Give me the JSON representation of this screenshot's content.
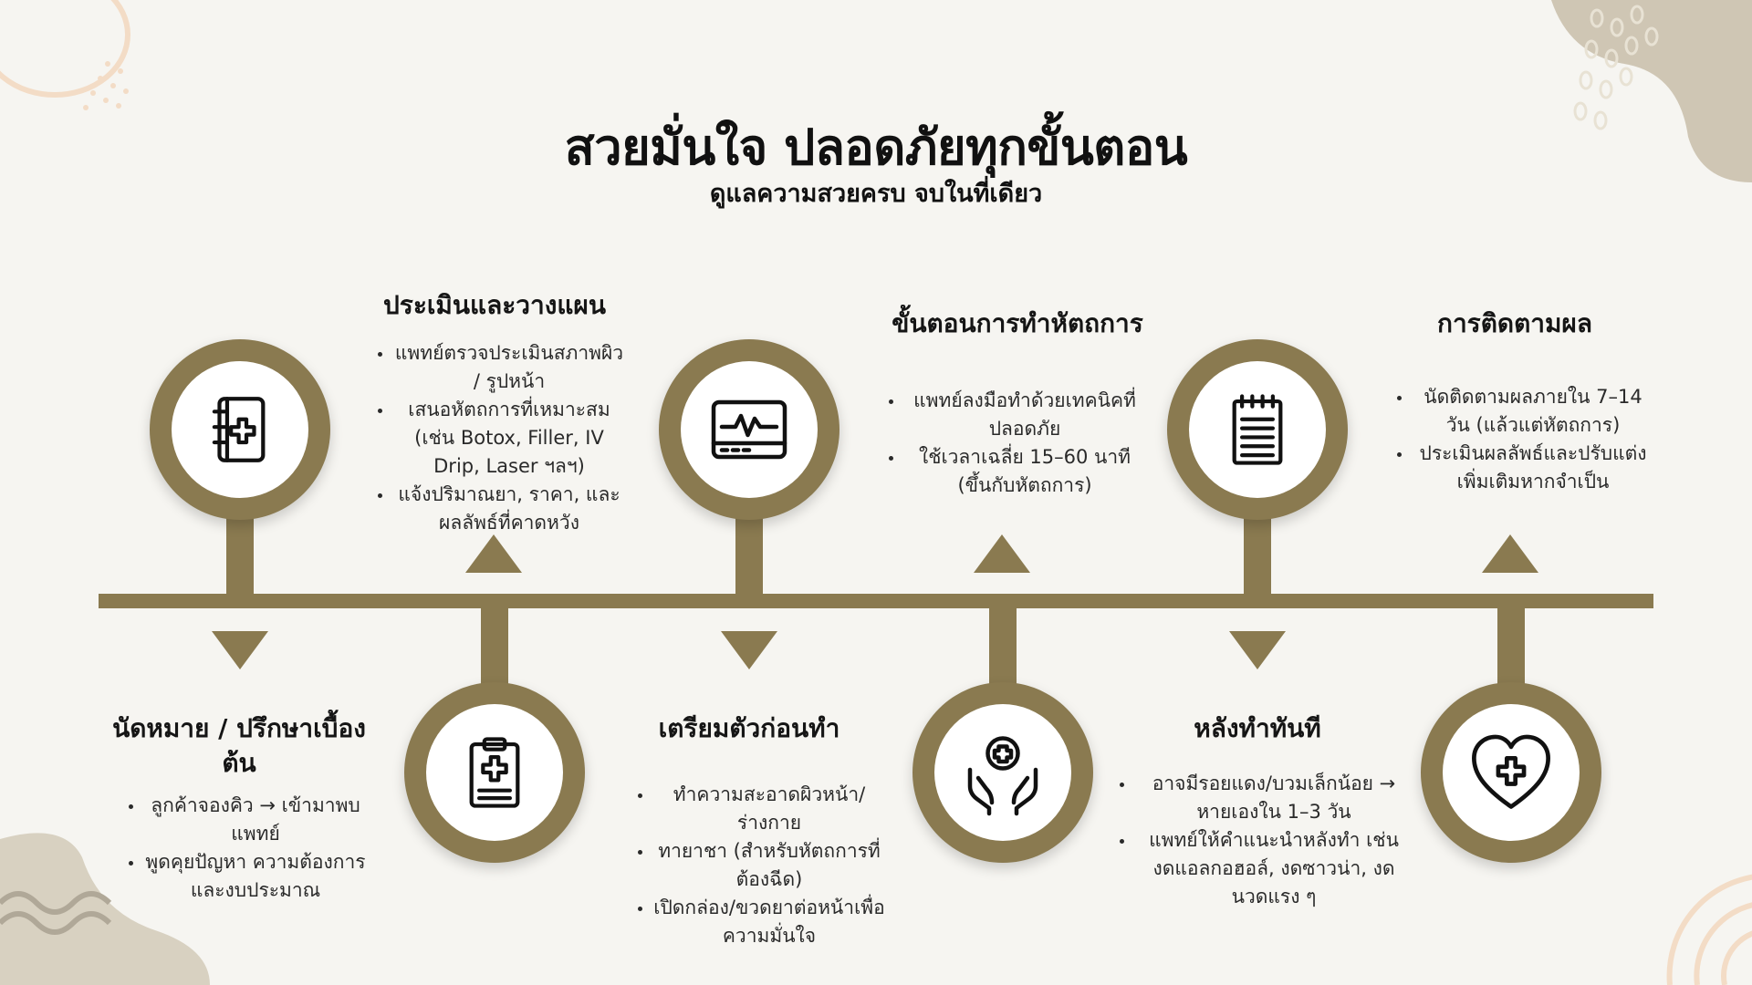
{
  "header": {
    "title": "สวยมั่นใจ ปลอดภัยทุกขั้นตอน",
    "subtitle": "ดูแลความสวยครบ จบในที่เดียว"
  },
  "colors": {
    "accent": "#8a7a50",
    "background": "#f6f5f1",
    "text": "#1b1b1b"
  },
  "steps": [
    {
      "title": "นัดหมาย / ปรึกษาเบื้องต้น",
      "icon": "medical-notebook-icon",
      "bullets": [
        "ลูกค้าจองคิว → เข้ามาพบแพทย์",
        "พูดคุยปัญหา ความต้องการ และงบประมาณ"
      ]
    },
    {
      "title": "ประเมินและวางแผน",
      "icon": "medical-clipboard-icon",
      "bullets": [
        "แพทย์ตรวจประเมินสภาพผิว / รูปหน้า",
        "เสนอหัตถการที่เหมาะสม (เช่น Botox, Filler, IV Drip, Laser ฯลฯ)",
        "แจ้งปริมาณยา, ราคา, และผลลัพธ์ที่คาดหวัง"
      ]
    },
    {
      "title": "เตรียมตัวก่อนทำ",
      "icon": "heart-rate-monitor-icon",
      "bullets": [
        "ทำความสะอาดผิวหน้า/ร่างกาย",
        "ทายาชา (สำหรับหัตถการที่ต้องฉีด)",
        "เปิดกล่อง/ขวดยาต่อหน้าเพื่อความมั่นใจ"
      ]
    },
    {
      "title": "ขั้นตอนการทำหัตถการ",
      "icon": "hands-care-icon",
      "bullets": [
        "แพทย์ลงมือทำด้วยเทคนิคที่ปลอดภัย",
        "ใช้เวลาเฉลี่ย 15–60 นาที (ขึ้นกับหัตถการ)"
      ]
    },
    {
      "title": "หลังทำทันที",
      "icon": "notepad-icon",
      "bullets": [
        "อาจมีรอยแดง/บวมเล็กน้อย → หายเองใน 1–3 วัน",
        "แพทย์ให้คำแนะนำหลังทำ เช่น งดแอลกอฮอล์, งดซาวน่า, งดนวดแรง ๆ"
      ]
    },
    {
      "title": "การติดตามผล",
      "icon": "heart-plus-icon",
      "bullets": [
        "นัดติดตามผลภายใน 7–14 วัน (แล้วแต่หัตถการ)",
        "ประเมินผลลัพธ์และปรับแต่งเพิ่มเติมหากจำเป็น"
      ]
    }
  ]
}
